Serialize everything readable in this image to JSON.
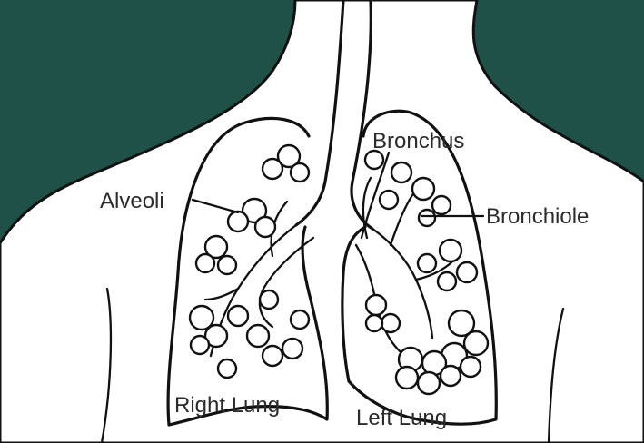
{
  "colors": {
    "background": "#1f5148",
    "body": "#ffffff",
    "line": "#111111",
    "highlight_alveoli": "#d8dde0"
  },
  "labels": {
    "alveoli": "Alveoli",
    "bronchus": "Bronchus",
    "bronchiole": "Bronchiole",
    "right_lung": "Right Lung",
    "left_lung": "Left Lung"
  }
}
